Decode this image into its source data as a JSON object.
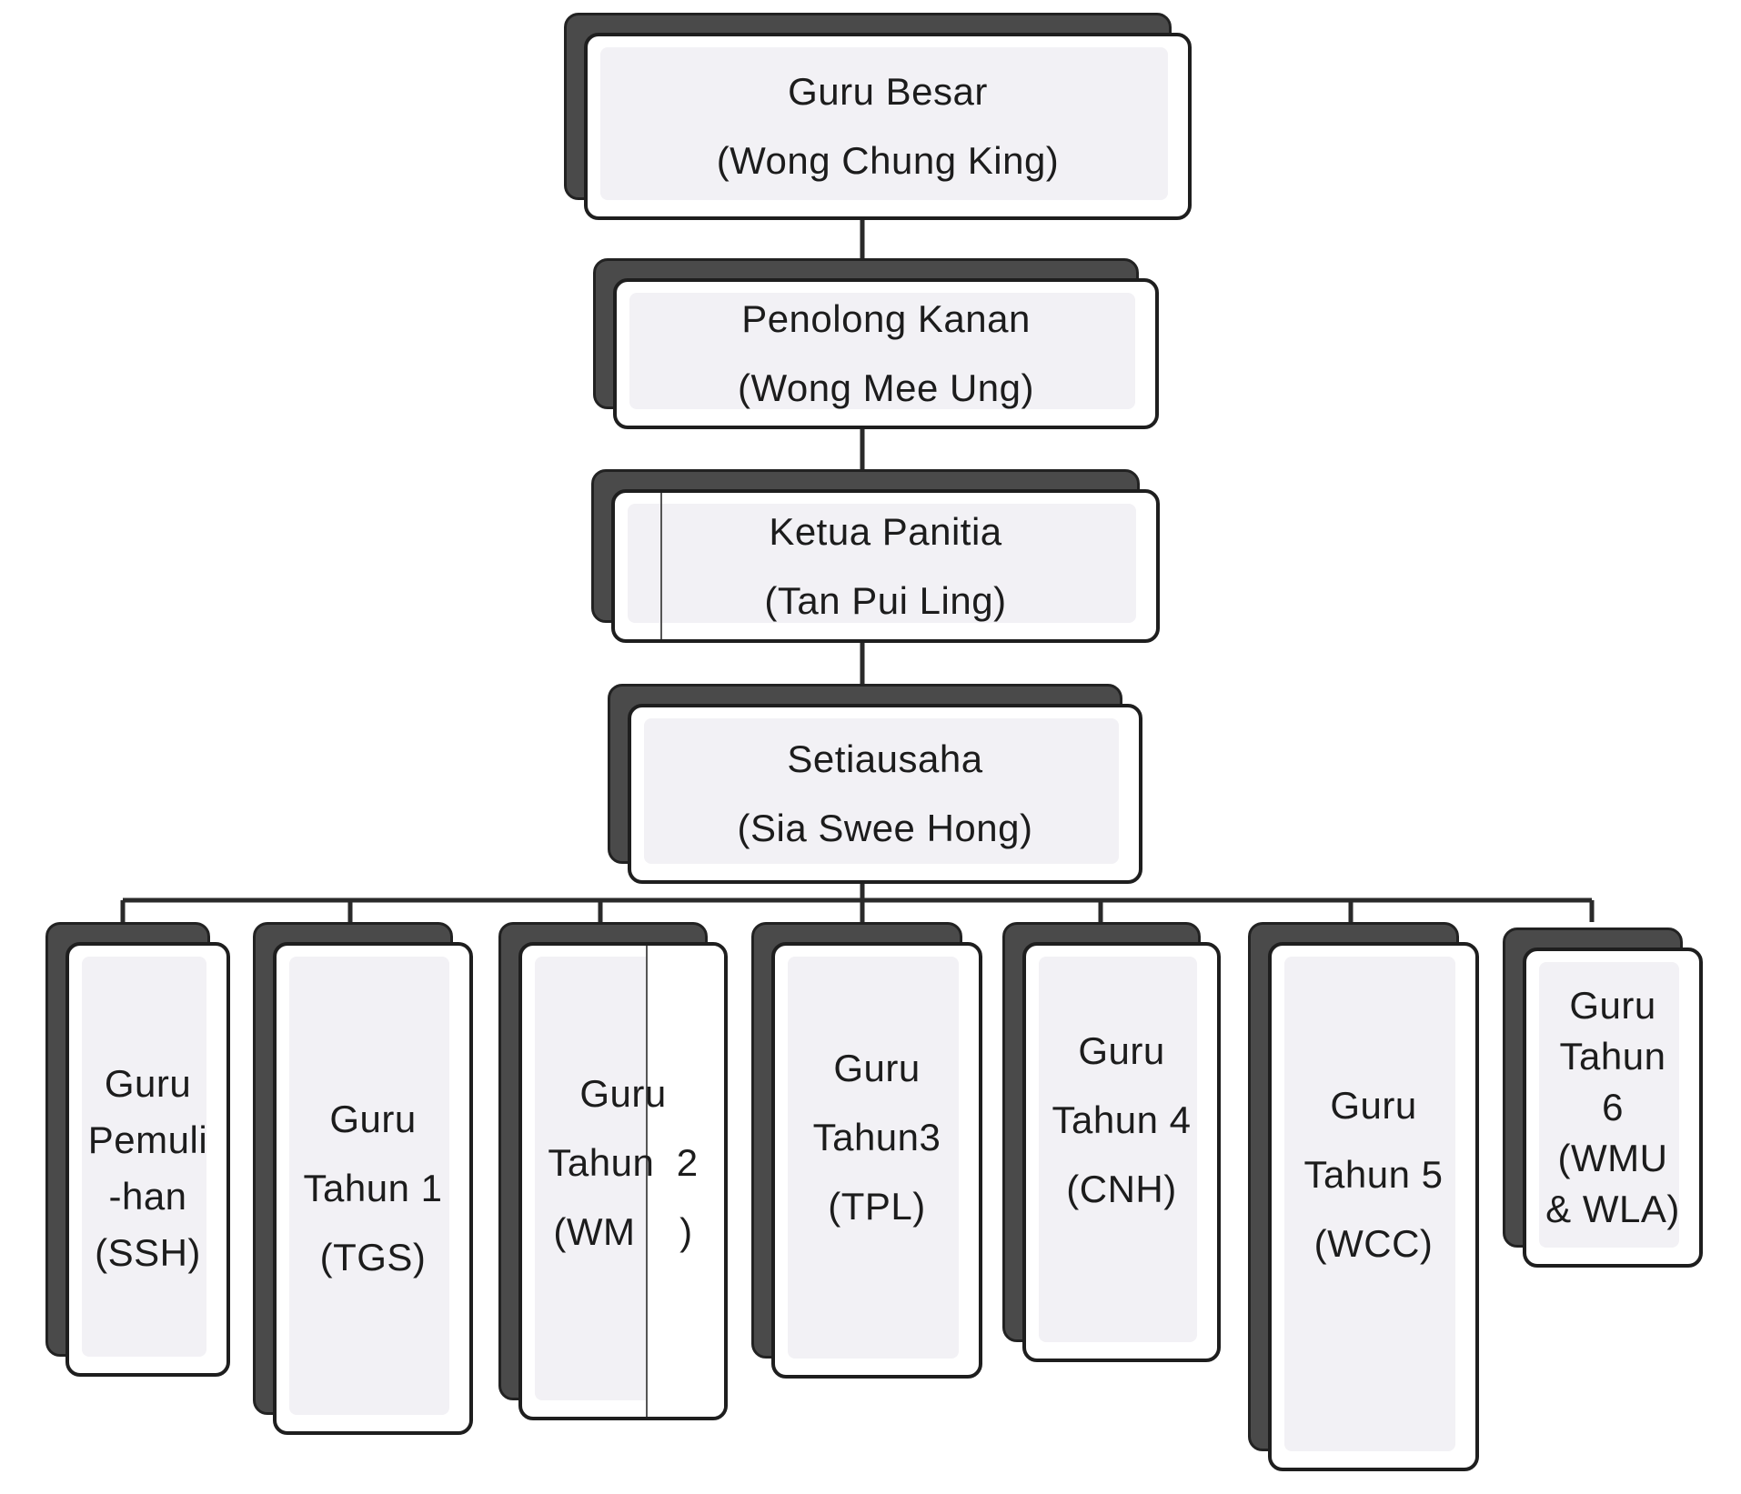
{
  "nodes": {
    "guru_besar": {
      "lines": [
        "Guru Besar",
        "(Wong Chung King)"
      ]
    },
    "penolong_kanan": {
      "lines": [
        "Penolong Kanan",
        "(Wong Mee Ung)"
      ]
    },
    "ketua_panitia": {
      "lines": [
        "Ketua Panitia",
        "(Tan Pui Ling)"
      ]
    },
    "setiausaha": {
      "lines": [
        "Setiausaha",
        "(Sia Swee Hong)"
      ]
    },
    "guru_pemulihan": {
      "lines": [
        "Guru",
        "Pemuli",
        "-han",
        "(SSH)"
      ]
    },
    "guru_tahun_1": {
      "lines": [
        "Guru",
        "Tahun 1",
        "(TGS)"
      ]
    },
    "guru_tahun_2": {
      "lines": [
        "Guru",
        "Tahun  2",
        "(WM    )"
      ]
    },
    "guru_tahun_3": {
      "lines": [
        "Guru",
        "Tahun3",
        "(TPL)"
      ]
    },
    "guru_tahun_4": {
      "lines": [
        "Guru",
        "Tahun 4",
        "(CNH)"
      ]
    },
    "guru_tahun_5": {
      "lines": [
        "Guru",
        "Tahun 5",
        "(WCC)"
      ]
    },
    "guru_tahun_6": {
      "lines": [
        "Guru",
        "Tahun",
        "6",
        "(WMU",
        "& WLA)"
      ]
    }
  },
  "colors": {
    "shadow": "#4a4a4a",
    "border": "#1e1e1e",
    "face": "#ffffff",
    "tint": "#f2f1f5",
    "connector": "#2a2a2a"
  }
}
